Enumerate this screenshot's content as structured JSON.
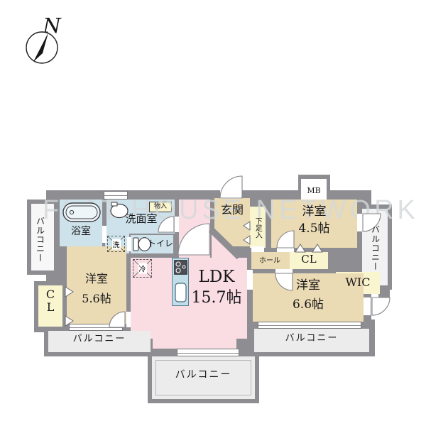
{
  "plan_type": "apartment-floor-plan",
  "compass": {
    "north_label": "N"
  },
  "watermark": {
    "text": "FLAT HOUSE NETWORK"
  },
  "colors": {
    "wall": "#8d8d92",
    "room_beige": "#ebdbb4",
    "ldk_pink": "#fadde2",
    "wet_area_blue": "#cde2ea",
    "closet_yellow": "#f9f5cf",
    "balcony_gray": "#ececec",
    "kitchen_counter_blue": "#c2dfe9"
  },
  "rooms": {
    "ldk": {
      "name": "LDK",
      "size": "15.7帖"
    },
    "bedroom_45": {
      "name": "洋室",
      "size": "4.5帖"
    },
    "bedroom_56": {
      "name": "洋室",
      "size": "5.6帖"
    },
    "bedroom_66": {
      "name": "洋室",
      "size": "6.6帖"
    },
    "genkan": {
      "label": "玄関"
    },
    "hall": {
      "label": "ホール"
    },
    "bath": {
      "label": "浴室"
    },
    "washroom": {
      "label": "洗面室"
    },
    "toilet": {
      "label": "トイレ"
    },
    "wic": {
      "label": "WIC"
    },
    "closet_top": {
      "label": "CL"
    },
    "closet_left": {
      "label": "CL",
      "chars": [
        "C",
        "L"
      ]
    },
    "shoe_closet": {
      "label": "下足入"
    },
    "storage": {
      "label": "物入"
    },
    "meter_box": {
      "label": "MB"
    },
    "washer": {
      "label": "洗"
    },
    "fridge": {
      "label": "冷"
    },
    "balconies": {
      "left": "バルコニー",
      "right": "バルコニー",
      "bottom_left": "バルコニー",
      "bottom_center": "バルコニー",
      "bottom_right": "バルコニー"
    }
  }
}
